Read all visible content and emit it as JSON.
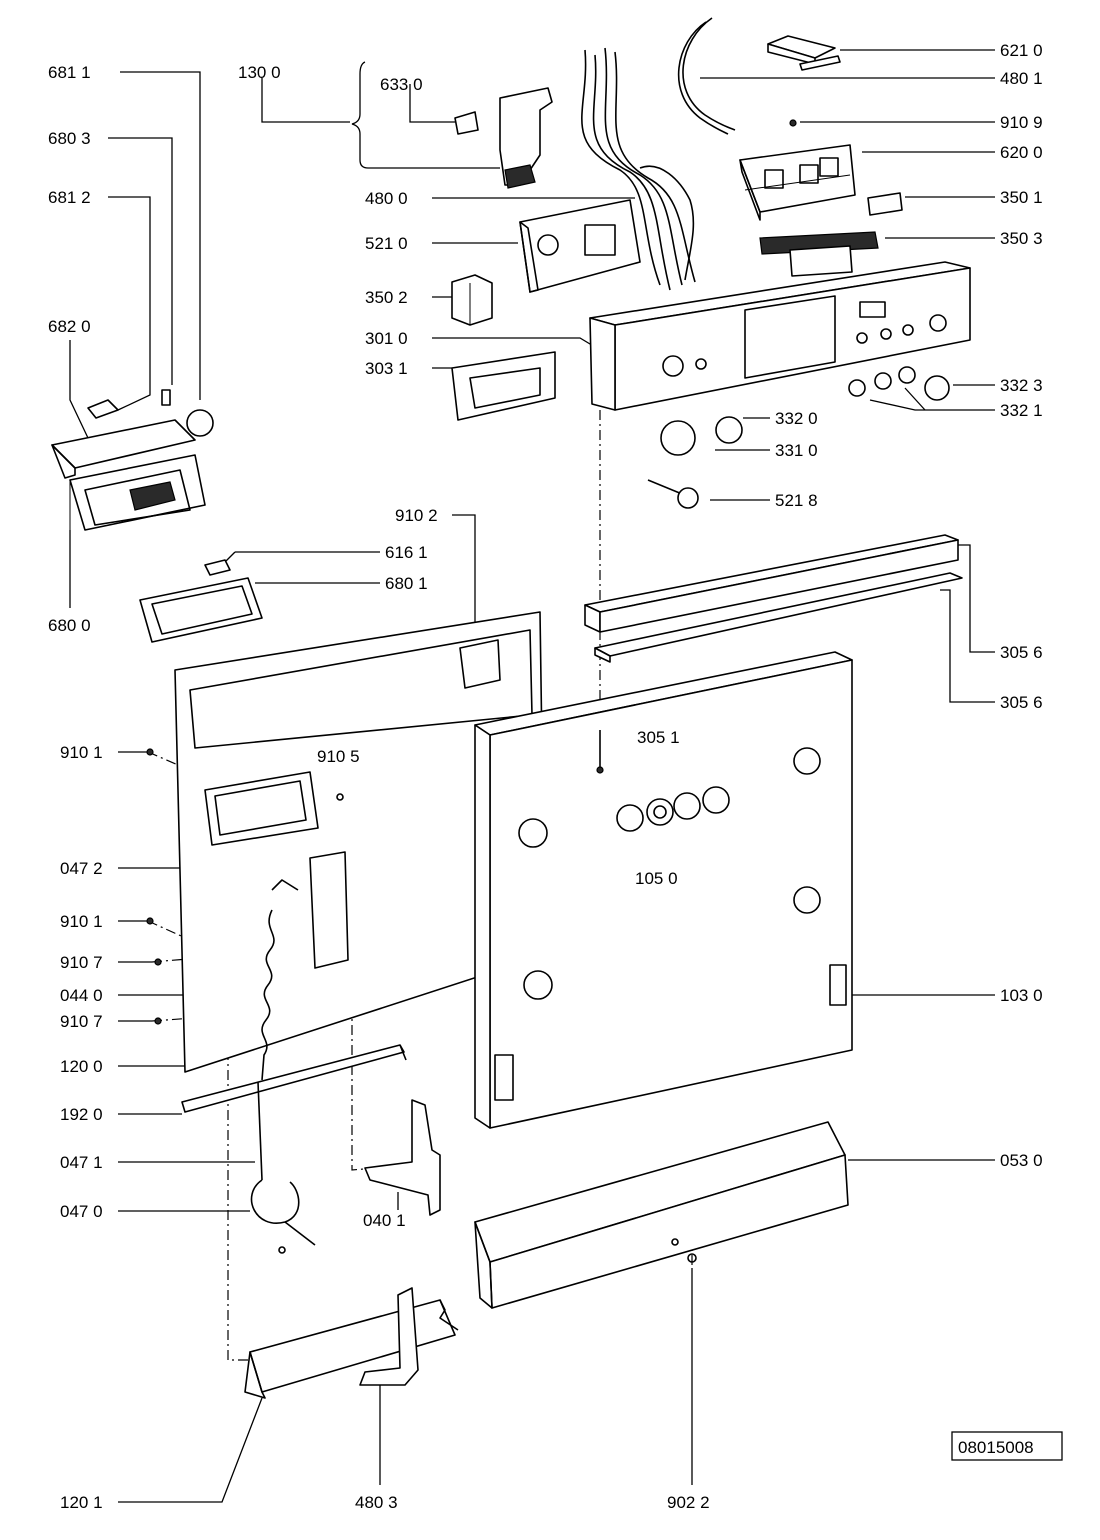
{
  "diagram_id": "08015008",
  "labels": {
    "l6811a": "681 1",
    "l1300": "130 0",
    "l6330": "633 0",
    "l6803": "680 3",
    "l6812": "681 2",
    "l4800": "480 0",
    "l5210": "521 0",
    "l3502": "350 2",
    "l6820": "682 0",
    "l3010": "301 0",
    "l3031": "303 1",
    "l6210": "621 0",
    "l4801": "480 1",
    "l9109": "910 9",
    "l6200": "620 0",
    "l3501": "350 1",
    "l3503": "350 3",
    "l3323": "332 3",
    "l3321": "332 1",
    "l3320": "332 0",
    "l3310": "331 0",
    "l5218": "521 8",
    "l9102": "910 2",
    "l6161": "616 1",
    "l6801": "680 1",
    "l6800": "680 0",
    "l3056a": "305 6",
    "l3056b": "305 6",
    "l3051": "305 1",
    "l9101a": "910 1",
    "l9105": "910 5",
    "l1050": "105 0",
    "l0472": "047 2",
    "l9101b": "910 1",
    "l9107a": "910 7",
    "l0440": "044 0",
    "l9107b": "910 7",
    "l1200": "120 0",
    "l1030": "103 0",
    "l1920": "192 0",
    "l0471": "047 1",
    "l0530": "053 0",
    "l0470": "047 0",
    "l0401": "040 1",
    "l1201": "120 1",
    "l4803": "480 3",
    "l9022": "902 2"
  }
}
